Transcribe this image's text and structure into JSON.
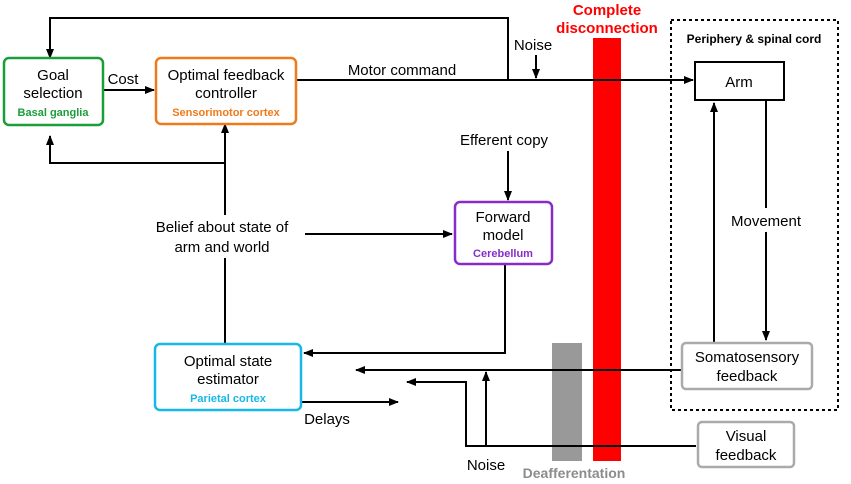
{
  "nodes": {
    "goal": {
      "line1": "Goal",
      "line2": "selection",
      "sub": "Basal ganglia",
      "color": "#1a9e3a"
    },
    "ofc": {
      "line1": "Optimal feedback",
      "line2": "controller",
      "sub": "Sensorimotor cortex",
      "color": "#f07a1a"
    },
    "forward": {
      "line1": "Forward",
      "line2": "model",
      "sub": "Cerebellum",
      "color": "#8a2bc8"
    },
    "ose": {
      "line1": "Optimal state",
      "line2": "estimator",
      "sub": "Parietal cortex",
      "color": "#17b8e8"
    },
    "arm": {
      "label": "Arm"
    },
    "soma": {
      "line1": "Somatosensory",
      "line2": "feedback",
      "color": "#aaaaaa"
    },
    "visual": {
      "line1": "Visual",
      "line2": "feedback",
      "color": "#aaaaaa"
    }
  },
  "labels": {
    "cost": "Cost",
    "motor_command": "Motor command",
    "noise_top": "Noise",
    "efferent_copy": "Efferent copy",
    "belief_line1": "Belief  about state of",
    "belief_line2": "arm and world",
    "movement": "Movement",
    "delays": "Delays",
    "noise_bottom": "Noise",
    "periphery": "Periphery & spinal cord",
    "complete_line1": "Complete",
    "complete_line2": "disconnection",
    "deafferentation": "Deafferentation"
  },
  "colors": {
    "complete_bar": "#ff0000",
    "deaff_bar": "#999999"
  }
}
